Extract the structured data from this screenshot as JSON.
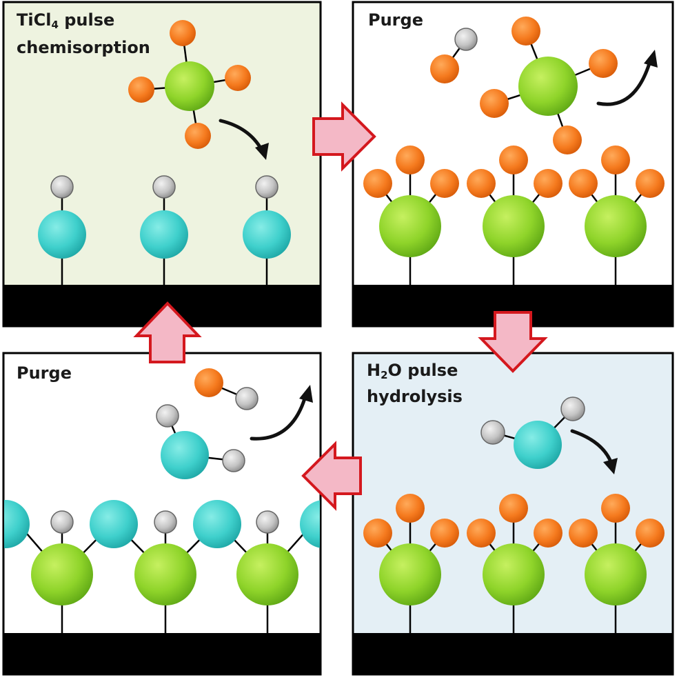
{
  "panels": {
    "p1": {
      "title_main": "TiCl",
      "title_sub": "4",
      "title_rest": " pulse",
      "subtitle": "chemisorption",
      "background": "#eef3e0"
    },
    "p2": {
      "title": "Purge",
      "background": "#ffffff"
    },
    "p3": {
      "title_pre": "H",
      "title_sub": "2",
      "title_rest": "O pulse",
      "subtitle": "hydrolysis",
      "background": "#e4eff5"
    },
    "p4": {
      "title": "Purge",
      "background": "#ffffff"
    }
  },
  "colors": {
    "ti_atom": "#8fd42a",
    "cl_atom": "#f57a1e",
    "o_atom": "#3fd0cc",
    "h_atom": "#c4c4c4",
    "substrate": "#000000",
    "transition_arrow_fill": "#f4b8c6",
    "transition_arrow_stroke": "#d4181e",
    "reaction_arrow": "#111111"
  },
  "icons": {
    "transition_arrow": "block-arrow",
    "reaction_arrow": "curved-arrow"
  }
}
